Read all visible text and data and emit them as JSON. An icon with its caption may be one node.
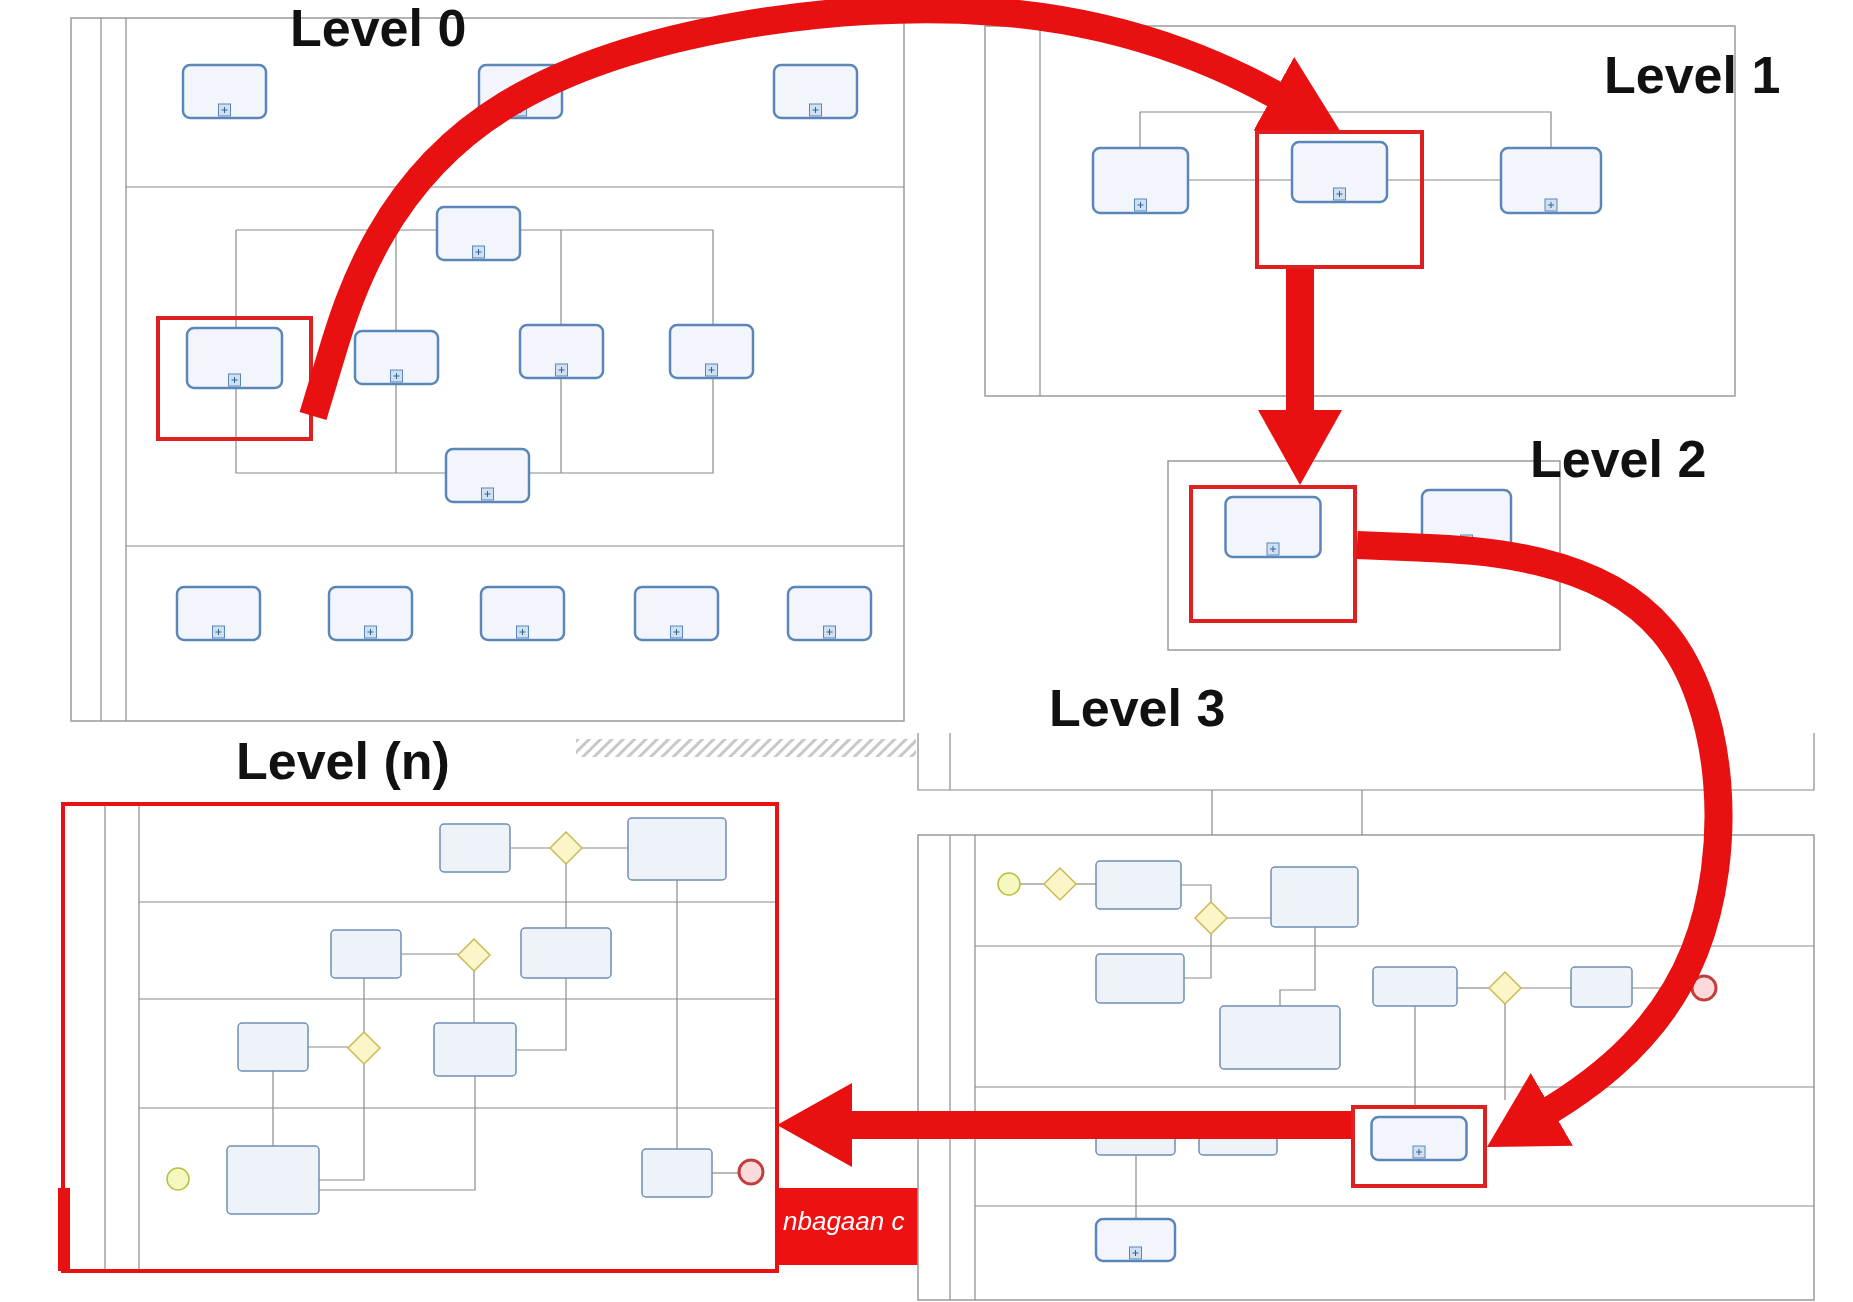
{
  "diagram": {
    "nodes": [
      {
        "text": [
          "Level 0"
        ]
      },
      {
        "text": [],
        "shape": "box",
        "in": 0
      },
      {
        "text": [
          "Level 1"
        ]
      },
      {
        "text": [],
        "shape": "box",
        "in": 2
      },
      {
        "text": [
          "Level 2"
        ]
      },
      {
        "text": [],
        "shape": "box",
        "in": 4
      },
      {
        "text": [
          "Level 3"
        ]
      },
      {
        "text": [],
        "shape": "box",
        "in": 6
      },
      {
        "text": [
          "Level (n)"
        ]
      },
      {
        "text": [],
        "shape": "bar"
      }
    ],
    "edges": [
      {
        "from": 1,
        "to": 3,
        "arrow": "to"
      },
      {
        "from": 3,
        "to": 5,
        "arrow": "to"
      },
      {
        "from": 5,
        "to": 7,
        "arrow": "to"
      },
      {
        "from": 7,
        "to": 8,
        "arrow": "to"
      }
    ],
    "labels": [
      "nbagaan c"
    ]
  }
}
